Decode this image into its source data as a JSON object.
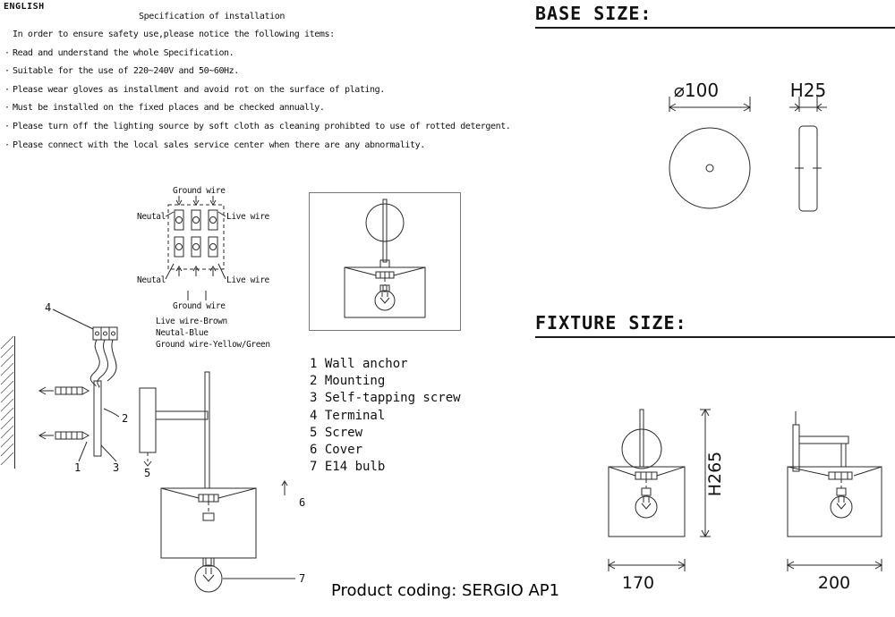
{
  "page": {
    "language": "ENGLISH",
    "title": "Specification of installation",
    "product": "Product coding: SERGIO AP1"
  },
  "instructions": {
    "bullet": "·",
    "intro": "In order to ensure safety use,please notice the following items:",
    "items": [
      "Read and understand the whole Specification.",
      "Suitable for the use of 220~240V and 50~60Hz.",
      "Please wear gloves as installment and avoid rot on the surface of plating.",
      "Must be installed on the fixed places and be checked annually.",
      "Please turn off the lighting source by soft cloth as cleaning prohibted to use of rotted detergent.",
      "Please connect with the local sales service center when there are any abnormality."
    ]
  },
  "wiring": {
    "ground_top": "Ground wire",
    "neutral_top": "Neutal",
    "live_top": "Live wire",
    "neutral_bottom": "Neutal",
    "live_bottom": "Live wire",
    "ground_bottom": "Ground wire",
    "legend": [
      "Live wire-Brown",
      "Neutal-Blue",
      "Ground wire-Yellow/Green"
    ]
  },
  "install": {
    "callouts": [
      "1",
      "2",
      "3",
      "4",
      "5",
      "6",
      "7"
    ]
  },
  "parts": {
    "items": [
      "1 Wall anchor",
      "2 Mounting",
      "3 Self-tapping screw",
      "4 Terminal",
      "5 Screw",
      "6 Cover",
      "7 E14 bulb"
    ]
  },
  "base": {
    "title": "BASE SIZE:",
    "diameter": "⌀100",
    "height": "H25"
  },
  "fixture": {
    "title": "FIXTURE SIZE:",
    "height": "H265",
    "width_front": "170",
    "width_side": "200"
  },
  "colors": {
    "line": "#2b2b2b",
    "text": "#111111",
    "background": "#ffffff"
  }
}
